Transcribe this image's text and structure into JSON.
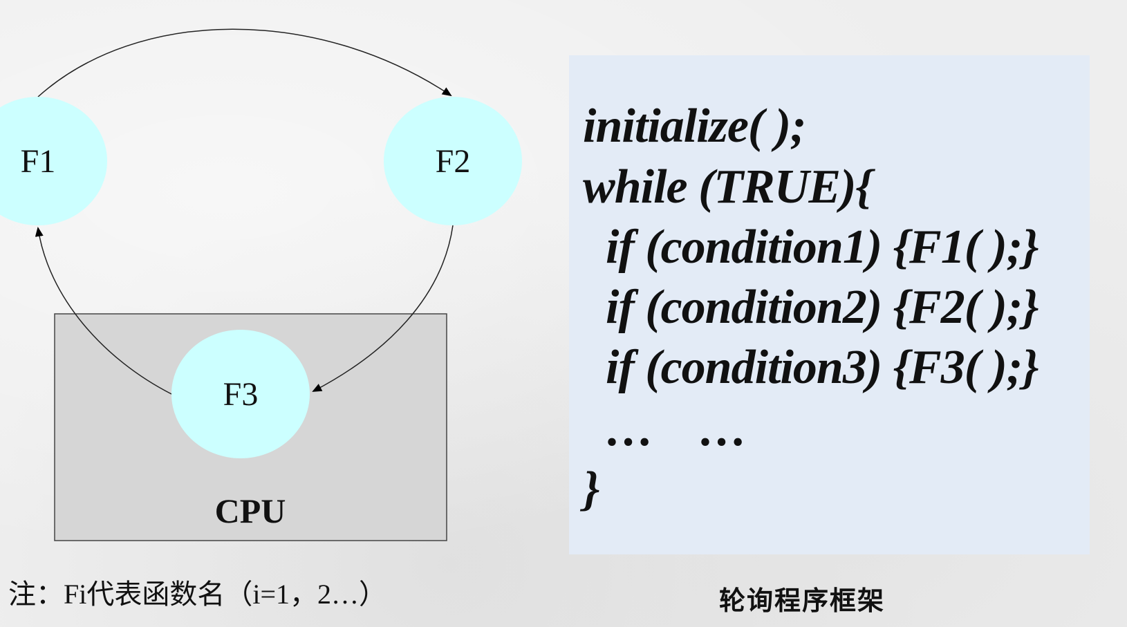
{
  "diagram": {
    "nodes": {
      "f1": "F1",
      "f2": "F2",
      "f3": "F3"
    },
    "cpu_label": "CPU",
    "node_color": "#ccffff",
    "cpu_box_color": "#d6d6d6"
  },
  "code": {
    "lines": [
      "initialize( );",
      "while (TRUE){",
      "  if (condition1) {F1( );}",
      "  if (condition2) {F2( );}",
      "  if (condition3) {F3( );}",
      "  …    …",
      "}"
    ],
    "panel_color": "#e3ebf6"
  },
  "note": "注：Fi代表函数名（i=1，2…）",
  "caption": "轮询程序框架"
}
